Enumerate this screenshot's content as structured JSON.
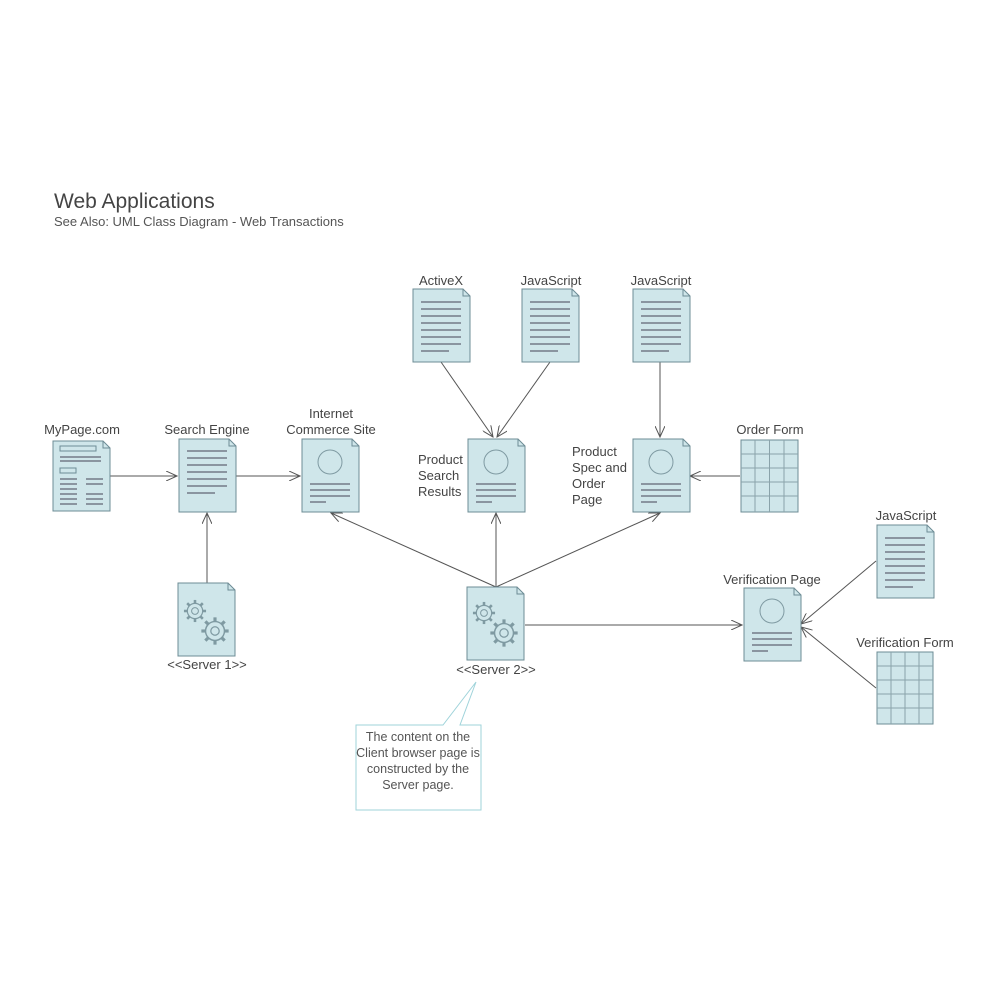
{
  "title": "Web Applications",
  "subtitle": "See Also: UML Class Diagram - Web Transactions",
  "colors": {
    "fill": "#cfe6ea",
    "stroke": "#6d8c95",
    "line": "#555555",
    "note_border": "#9fd3da"
  },
  "nodes": {
    "mypage": "MyPage.com",
    "search_engine": "Search Engine",
    "internet_commerce": "Internet Commerce Site",
    "product_search": "Product Search Results",
    "product_spec": "Product Spec and Order Page",
    "order_form": "Order Form",
    "activex": "ActiveX",
    "javascript_1": "JavaScript",
    "javascript_2": "JavaScript",
    "javascript_3": "JavaScript",
    "server1": "<<Server 1>>",
    "server2": "<<Server 2>>",
    "verification_page": "Verification Page",
    "verification_form": "Verification Form"
  },
  "note": "The content on the Client browser page is constructed by the Server page."
}
